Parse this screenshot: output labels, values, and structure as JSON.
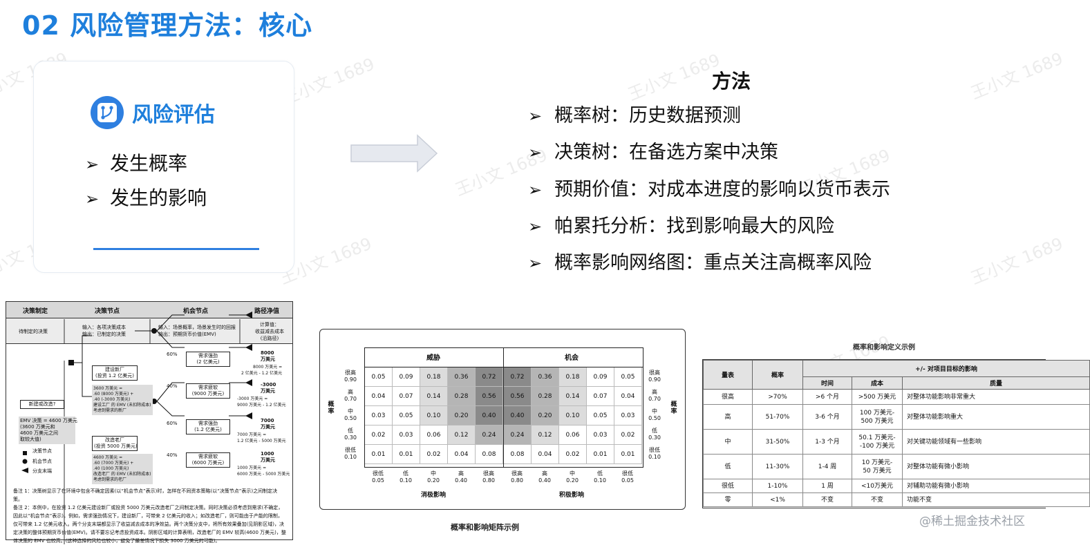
{
  "slide_title": "02 风险管理方法：核心",
  "watermark": "王小文 1689",
  "card": {
    "icon": "branch-icon",
    "title": "风险评估",
    "bullets": [
      "发生概率",
      "发生的影响"
    ]
  },
  "methods": {
    "title": "方法",
    "items": [
      "概率树：历史数据预测",
      "决策树：在备选方案中决策",
      "预期价值：对成本进度的影响以货币表示",
      "帕累托分析：找到影响最大的风险",
      "概率影响网络图：重点关注高概率风险"
    ]
  },
  "decision_tree": {
    "headers": [
      "决策制定",
      "决策节点",
      "机会节点",
      "路径净值"
    ],
    "sub": [
      "待制定的决策",
      "输入：各项决策成本\n输出：已制定的决策",
      "输入：场景概率，场景发生时的回报\n输出：预期货币价值(EMV)",
      "计算值：\n收益减去成本\n(沿路径)"
    ],
    "root": "新建或改造?",
    "root_emv": "EMV 决策 = 4600 万美元\n(3600 万美元和\n4600 万美元之间\n取较大值)",
    "branch_a": "建设新厂\n(投资 1.2 亿美元)",
    "branch_a_emv": "3600 万美元 =\n.60 (8000 万美元) +\n.40 (-3000 万美元)\n建设工厂 的 EMV (未扣除成本)\n考虑到需求的新厂",
    "branch_b": "改造老厂\n(投资 5000 万美元)",
    "branch_b_emv": "4600 万美元 =\n.60 (7000 万美元) +\n.40 (1000 万美元)\n改造老厂 的 EMV (未扣除成本)\n考虑到需求的老厂",
    "outcomes": [
      {
        "p": "60%",
        "label": "需求强劲\n(2 亿美元)",
        "value": "8000\n万美元",
        "calc": "8000 万美元 =\n2 亿美元 - 1.2 亿美元"
      },
      {
        "p": "40%",
        "label": "需求疲软\n(9000 万美元)",
        "value": "-3000\n万美元",
        "calc": "-3000 万美元 =\n9000 万美元 - 1.2 亿美元"
      },
      {
        "p": "60%",
        "label": "需求强劲\n(1.2 亿美元)",
        "value": "7000\n万美元",
        "calc": "7000 万美元 =\n1.2 亿美元 - 5000 万美元"
      },
      {
        "p": "40%",
        "label": "需求疲软\n(6000 万美元)",
        "value": "1000\n万美元",
        "calc": "1000 万美元 =\n6000 万美元 - 5000 万美元"
      }
    ],
    "legend": [
      "决策节点",
      "机会节点",
      "分支末端"
    ],
    "note1": "备注 1：决策树显示了在环境中包含不确定因素(以“机会节点”表示)时，怎样在不同资本策略(以“决策节点”表示)之间制定决策。",
    "note2": "备注 2：本例中，在投资 1.2 亿美元建设新厂或投资 5000 万美元改造老厂之间制定决策。同时决策必须考虑到需求(不确定，因此以“机会节点”表示)。例如，需求强劲情况下，建设新厂，可带来 2 亿美元的收入；如改造老厂，则可能由于产能的限制，仅可带来 1.2 亿美元收入。两个分支末端都显示了收益减去成本的净效益。两个决策分支中，将所有效果叠加(见阴影区域)，决定决策的整体预期货币价值(EMV)。请不要忘记考虑投资成本。阴影区域的计算表明，改造老厂的 EMV 较高(4600 万美元)，整体决策的 EMV 也较高。(这种选择的风险也较小，避免了最差情况下损失 3000 万美元的可能)。"
  },
  "matrix": {
    "caption": "概率和影响矩阵示例",
    "threat_label": "威胁",
    "opp_label": "机会",
    "row_axis": "概率",
    "neg_axis": "消极影响",
    "pos_axis": "积极影响",
    "row_labels": [
      "很高\n0.90",
      "高\n0.70",
      "中\n0.50",
      "低\n0.30",
      "很低\n0.10"
    ],
    "threat_cols": [
      "很低\n0.05",
      "低\n0.10",
      "中\n0.20",
      "高\n0.40",
      "很高\n0.80"
    ],
    "opp_cols": [
      "很高\n0.80",
      "高\n0.40",
      "中\n0.20",
      "低\n0.10",
      "很低\n0.05"
    ],
    "threat_values": [
      [
        "0.05",
        "0.09",
        "0.18",
        "0.36",
        "0.72"
      ],
      [
        "0.04",
        "0.07",
        "0.14",
        "0.28",
        "0.56"
      ],
      [
        "0.03",
        "0.05",
        "0.10",
        "0.20",
        "0.40"
      ],
      [
        "0.02",
        "0.03",
        "0.06",
        "0.12",
        "0.24"
      ],
      [
        "0.01",
        "0.01",
        "0.02",
        "0.04",
        "0.08"
      ]
    ],
    "opp_values": [
      [
        "0.72",
        "0.36",
        "0.18",
        "0.09",
        "0.05"
      ],
      [
        "0.56",
        "0.28",
        "0.14",
        "0.07",
        "0.04"
      ],
      [
        "0.40",
        "0.20",
        "0.10",
        "0.05",
        "0.03"
      ],
      [
        "0.24",
        "0.12",
        "0.06",
        "0.03",
        "0.02"
      ],
      [
        "0.08",
        "0.04",
        "0.02",
        "0.01",
        "0.01"
      ]
    ]
  },
  "definitions": {
    "caption": "概率和影响定义示例",
    "headers": {
      "scale": "量表",
      "prob": "概率",
      "impact": "+/- 对项目目标的影响",
      "time": "时间",
      "cost": "成本",
      "quality": "质量"
    },
    "rows": [
      {
        "scale": "很高",
        "prob": ">70%",
        "time": ">6 个月",
        "cost": ">500 万美元",
        "quality": "对整体功能影响非常重大"
      },
      {
        "scale": "高",
        "prob": "51-70%",
        "time": "3-6 个月",
        "cost": "100 万美元-\n500 万美元",
        "quality": "对整体功能影响重大"
      },
      {
        "scale": "中",
        "prob": "31-50%",
        "time": "1-3 个月",
        "cost": "50.1 万美元-\n-100 万美元",
        "quality": "对关键功能领域有一些影响"
      },
      {
        "scale": "低",
        "prob": "11-30%",
        "time": "1-4 周",
        "cost": "10 万美元-\n50 万美元",
        "quality": "对整体功能有微小影响"
      },
      {
        "scale": "很低",
        "prob": "1-10%",
        "time": "1 周",
        "cost": "<10万美元",
        "quality": "对辅助功能有微小影响"
      },
      {
        "scale": "零",
        "prob": "<1%",
        "time": "不变",
        "cost": "不变",
        "quality": "功能不变"
      }
    ]
  },
  "footer_brand": "@稀土掘金技术社区"
}
